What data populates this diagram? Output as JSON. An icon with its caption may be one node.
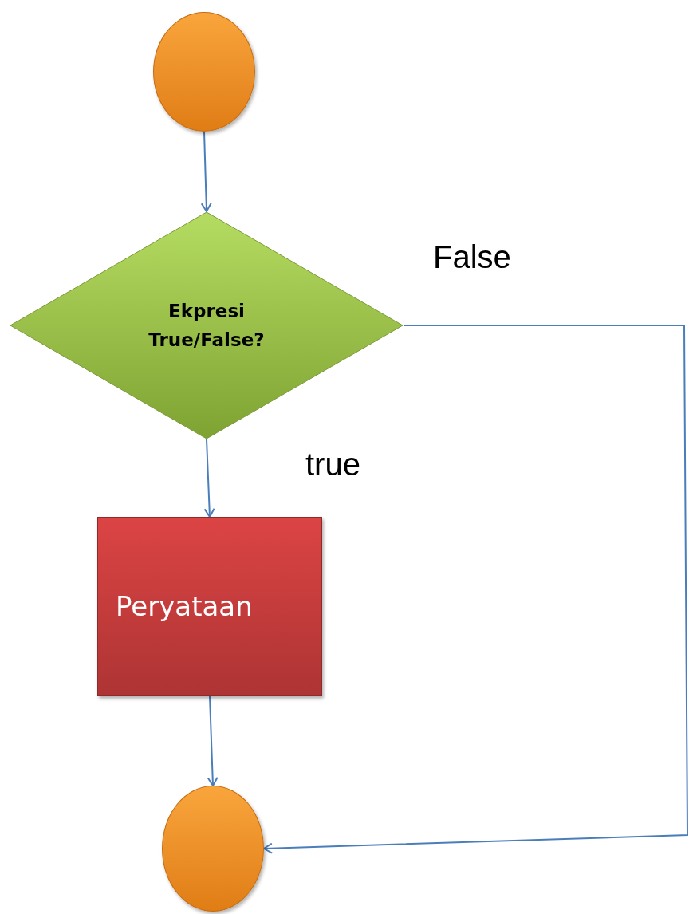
{
  "diagram": {
    "nodes": [
      {
        "text": [],
        "shape": "circle"
      },
      {
        "text": [
          "Ekpresi True/False?"
        ]
      },
      {
        "text": [
          "Peryataan"
        ]
      },
      {
        "text": [],
        "shape": "circle"
      }
    ],
    "edges": [
      {
        "from": 0,
        "to": 1,
        "arrow": "to"
      },
      {
        "from": 1,
        "to": 2,
        "arrow": "to",
        "label": "true"
      },
      {
        "from": 2,
        "to": 3,
        "arrow": "to"
      },
      {
        "from": 1,
        "to": 3,
        "arrow": "to",
        "label": "False"
      }
    ]
  }
}
